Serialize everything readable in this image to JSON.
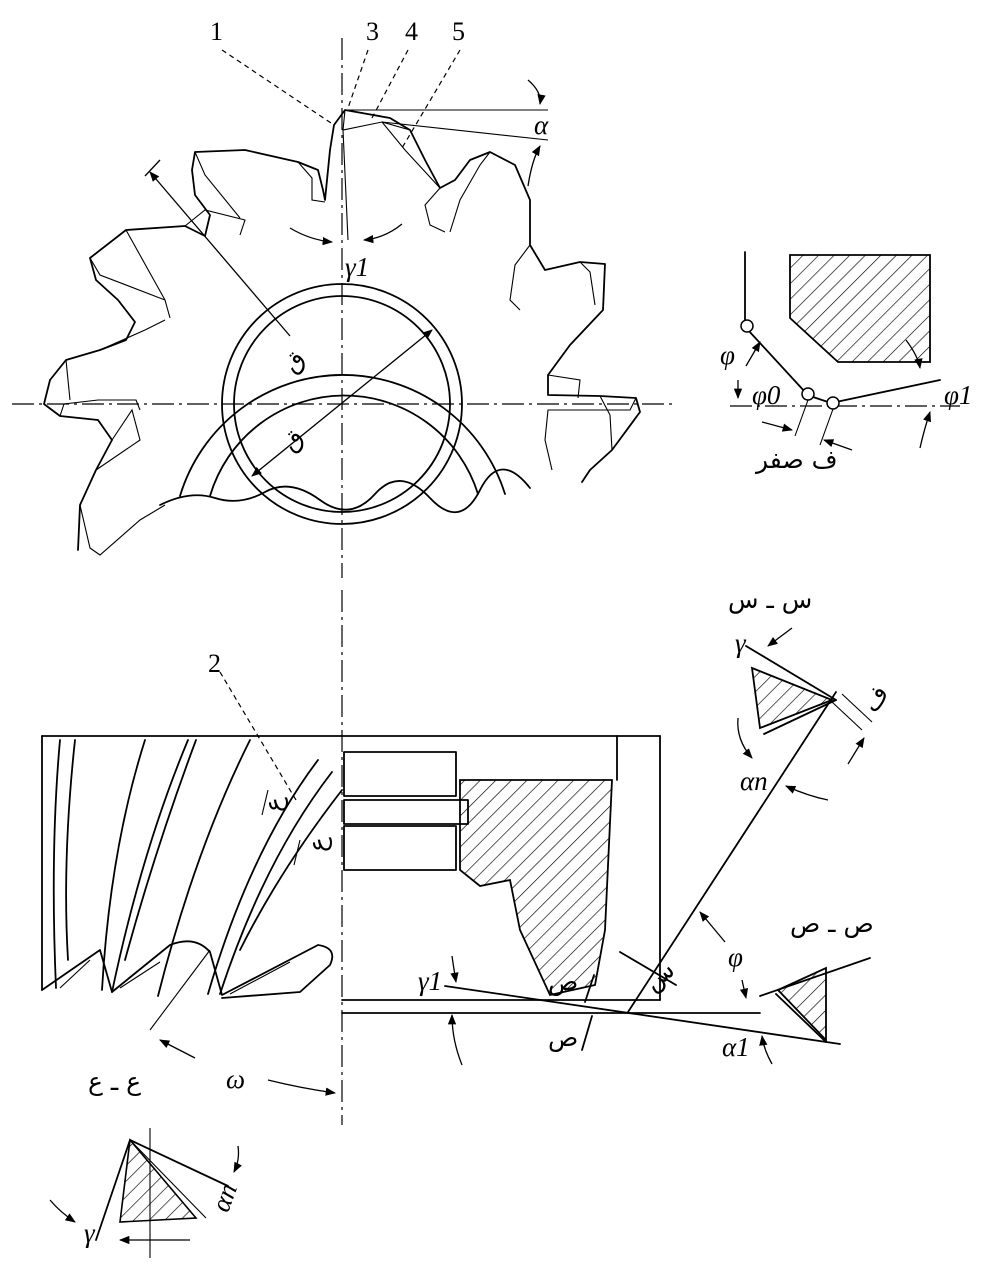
{
  "callouts": {
    "c1": "1",
    "c2": "2",
    "c3": "3",
    "c4": "4",
    "c5": "5"
  },
  "angles": {
    "alpha": "α",
    "gamma1_top": "γ1",
    "gamma1_side": "γ1",
    "phi_detail": "φ",
    "phi0_detail": "φ0",
    "phi1_detail": "φ1",
    "gamma_ss": "γ",
    "alpha_n_ss": "αn",
    "phi_side": "φ",
    "alpha1_side": "α1",
    "omega": "ω",
    "gamma_bottom": "γ",
    "alpha_n_bottom": "αn"
  },
  "labels": {
    "diameter_inner": "ق",
    "diameter_outer": "ق",
    "f_zero": "ف صفر",
    "f_detail": "ف",
    "section_ss": "س ـ س",
    "section_ss_f": "ف",
    "section_pp": "ص ـ ص",
    "section_ee": "ع ـ ع",
    "mark_e1": "ع",
    "mark_e2": "ع",
    "mark_s": "س",
    "mark_p_top": "ص",
    "mark_p_bottom": "ص"
  },
  "icons": {
    "arrows": "arrow-head-icon",
    "hatch": "hatch-pattern-icon"
  }
}
